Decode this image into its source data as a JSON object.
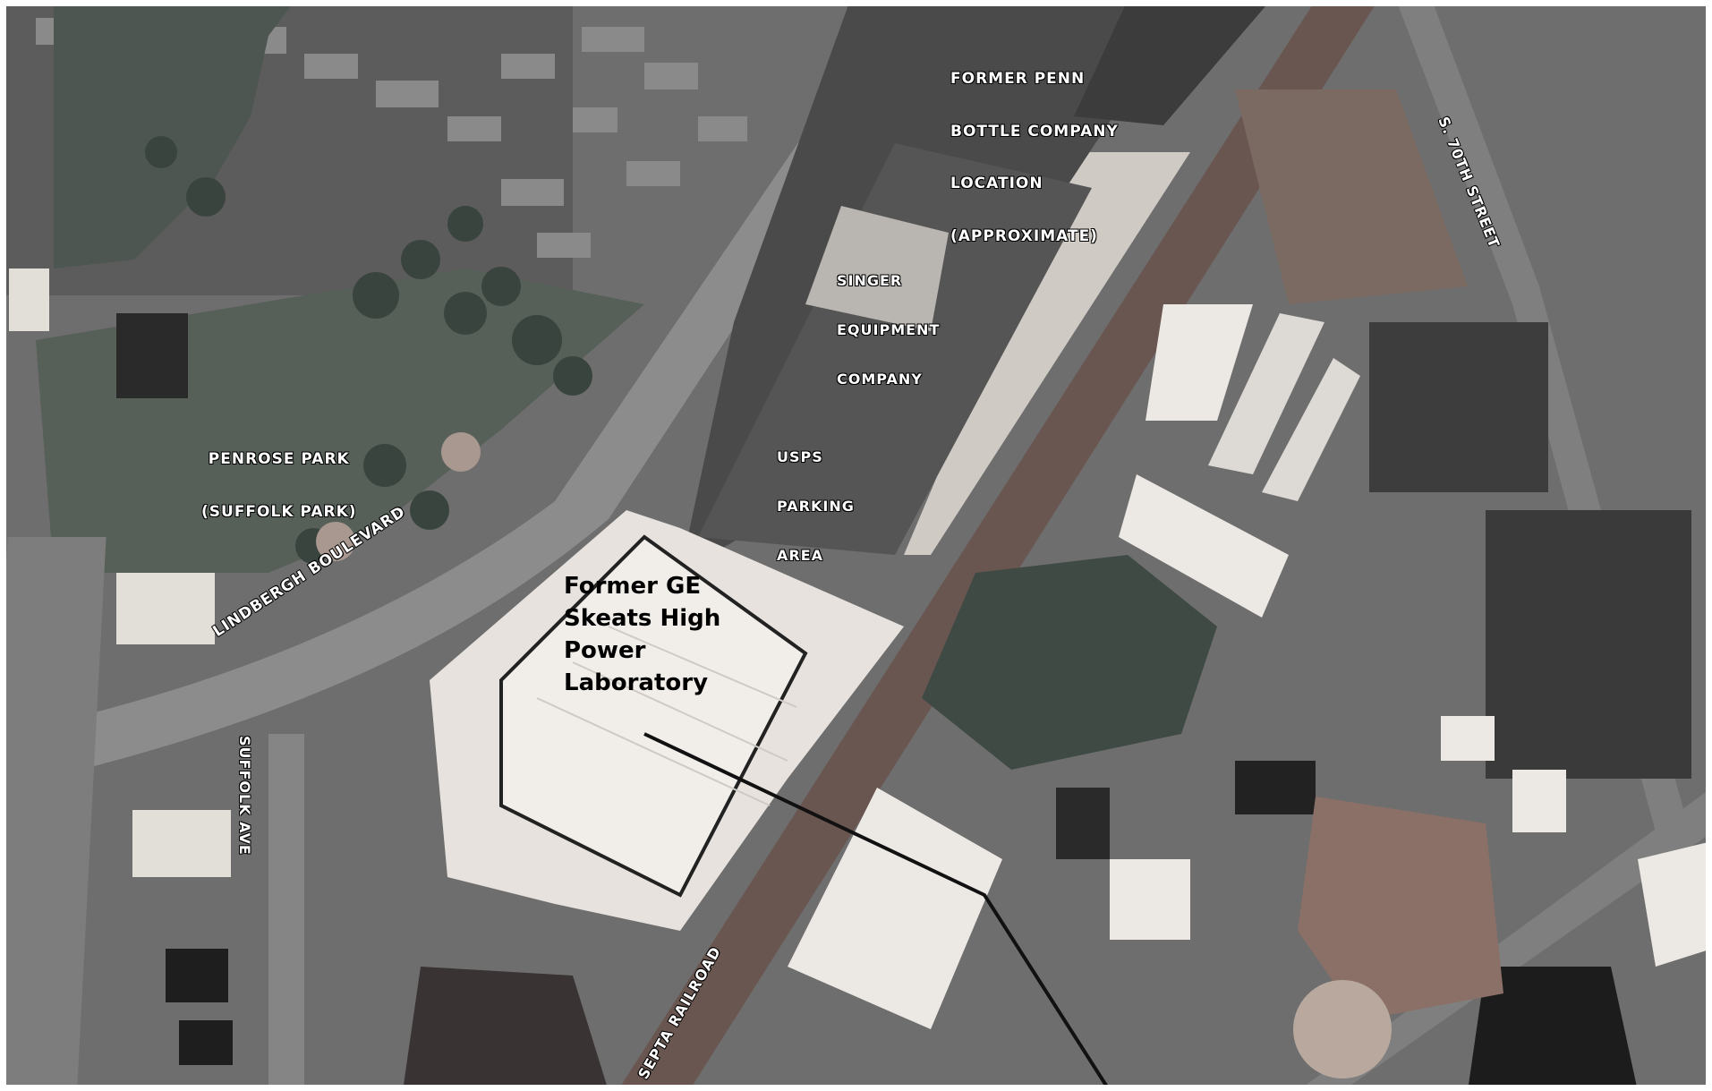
{
  "map": {
    "labels": {
      "penn_bottle": [
        "FORMER PENN",
        "BOTTLE COMPANY",
        "LOCATION",
        "(APPROXIMATE)"
      ],
      "singer": [
        "SINGER",
        "EQUIPMENT",
        "COMPANY"
      ],
      "usps": [
        "USPS",
        "PARKING",
        "AREA"
      ],
      "penrose_park": [
        "PENROSE PARK",
        "(SUFFOLK PARK)"
      ],
      "ge_lab": [
        "Former GE",
        "Skeats High",
        "Power",
        "Laboratory"
      ],
      "lindbergh": "LINDBERGH BOULEVARD",
      "suffolk_ave": "SUFFOLK AVE",
      "septa": "SEPTA RAILROAD",
      "s70th": "S. 70TH STREET"
    },
    "colors": {
      "ground": "#6e6e6e",
      "roof_white": "#ece8e4",
      "vegetation": "#3f4a44",
      "parking": "#4a4a4a",
      "railroad": "#6a5650",
      "dirt": "#8a7066"
    }
  }
}
